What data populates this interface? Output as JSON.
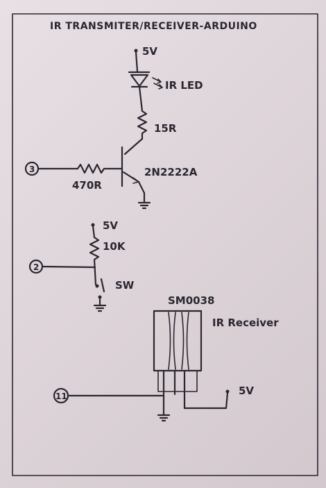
{
  "title": "IR TRANSMITER/RECEIVER-ARDUINO",
  "transmitter": {
    "supply": "5V",
    "led_label": "IR LED",
    "resistor_top": "15R",
    "transistor": "2N2222A",
    "base_resistor": "470R",
    "pin": "3"
  },
  "switch_circuit": {
    "supply": "5V",
    "resistor": "10K",
    "switch": "SW",
    "pin": "2"
  },
  "receiver": {
    "module": "SM0038",
    "label": "IR Receiver",
    "supply": "5V",
    "pin": "11"
  },
  "colors": {
    "ink": "#2a2630",
    "paper": "#e4dce0"
  }
}
